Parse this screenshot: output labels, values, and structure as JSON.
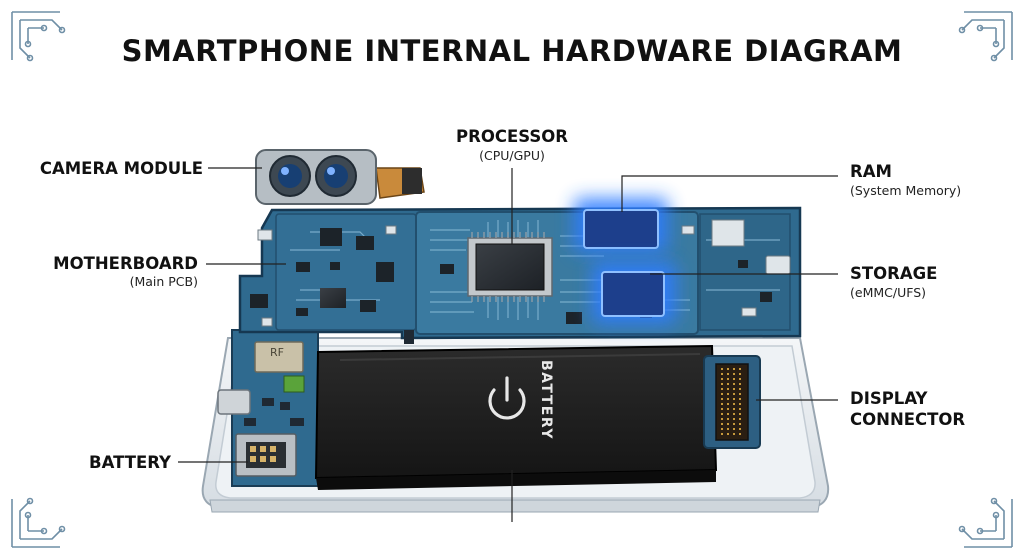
{
  "title": "SMARTPHONE INTERNAL HARDWARE DIAGRAM",
  "labels": {
    "camera": {
      "name": "CAMERA MODULE"
    },
    "motherboard": {
      "name": "MOTHERBOARD",
      "detail": "(Main PCB)"
    },
    "battery_left": {
      "name": "BATTERY"
    },
    "processor": {
      "name": "PROCESSOR",
      "detail": "(CPU/GPU)"
    },
    "ram": {
      "name": "RAM",
      "detail": "(System Memory)"
    },
    "storage": {
      "name": "STORAGE",
      "detail": "(eMMC/UFS)"
    },
    "display_connector": {
      "line1": "DISPLAY",
      "line2": "CONNECTOR"
    }
  },
  "component_text": {
    "rf_shield": "RF",
    "battery_pack": "BATTERY"
  },
  "colors": {
    "pcb": "#2f6a8f",
    "pcb_dark": "#1f4e6e",
    "trace": "#7fb2cf",
    "glow": "#2f7dff",
    "battery": "#1e1e1e"
  },
  "icons": [
    "power-icon",
    "circuit-corner-icon"
  ]
}
